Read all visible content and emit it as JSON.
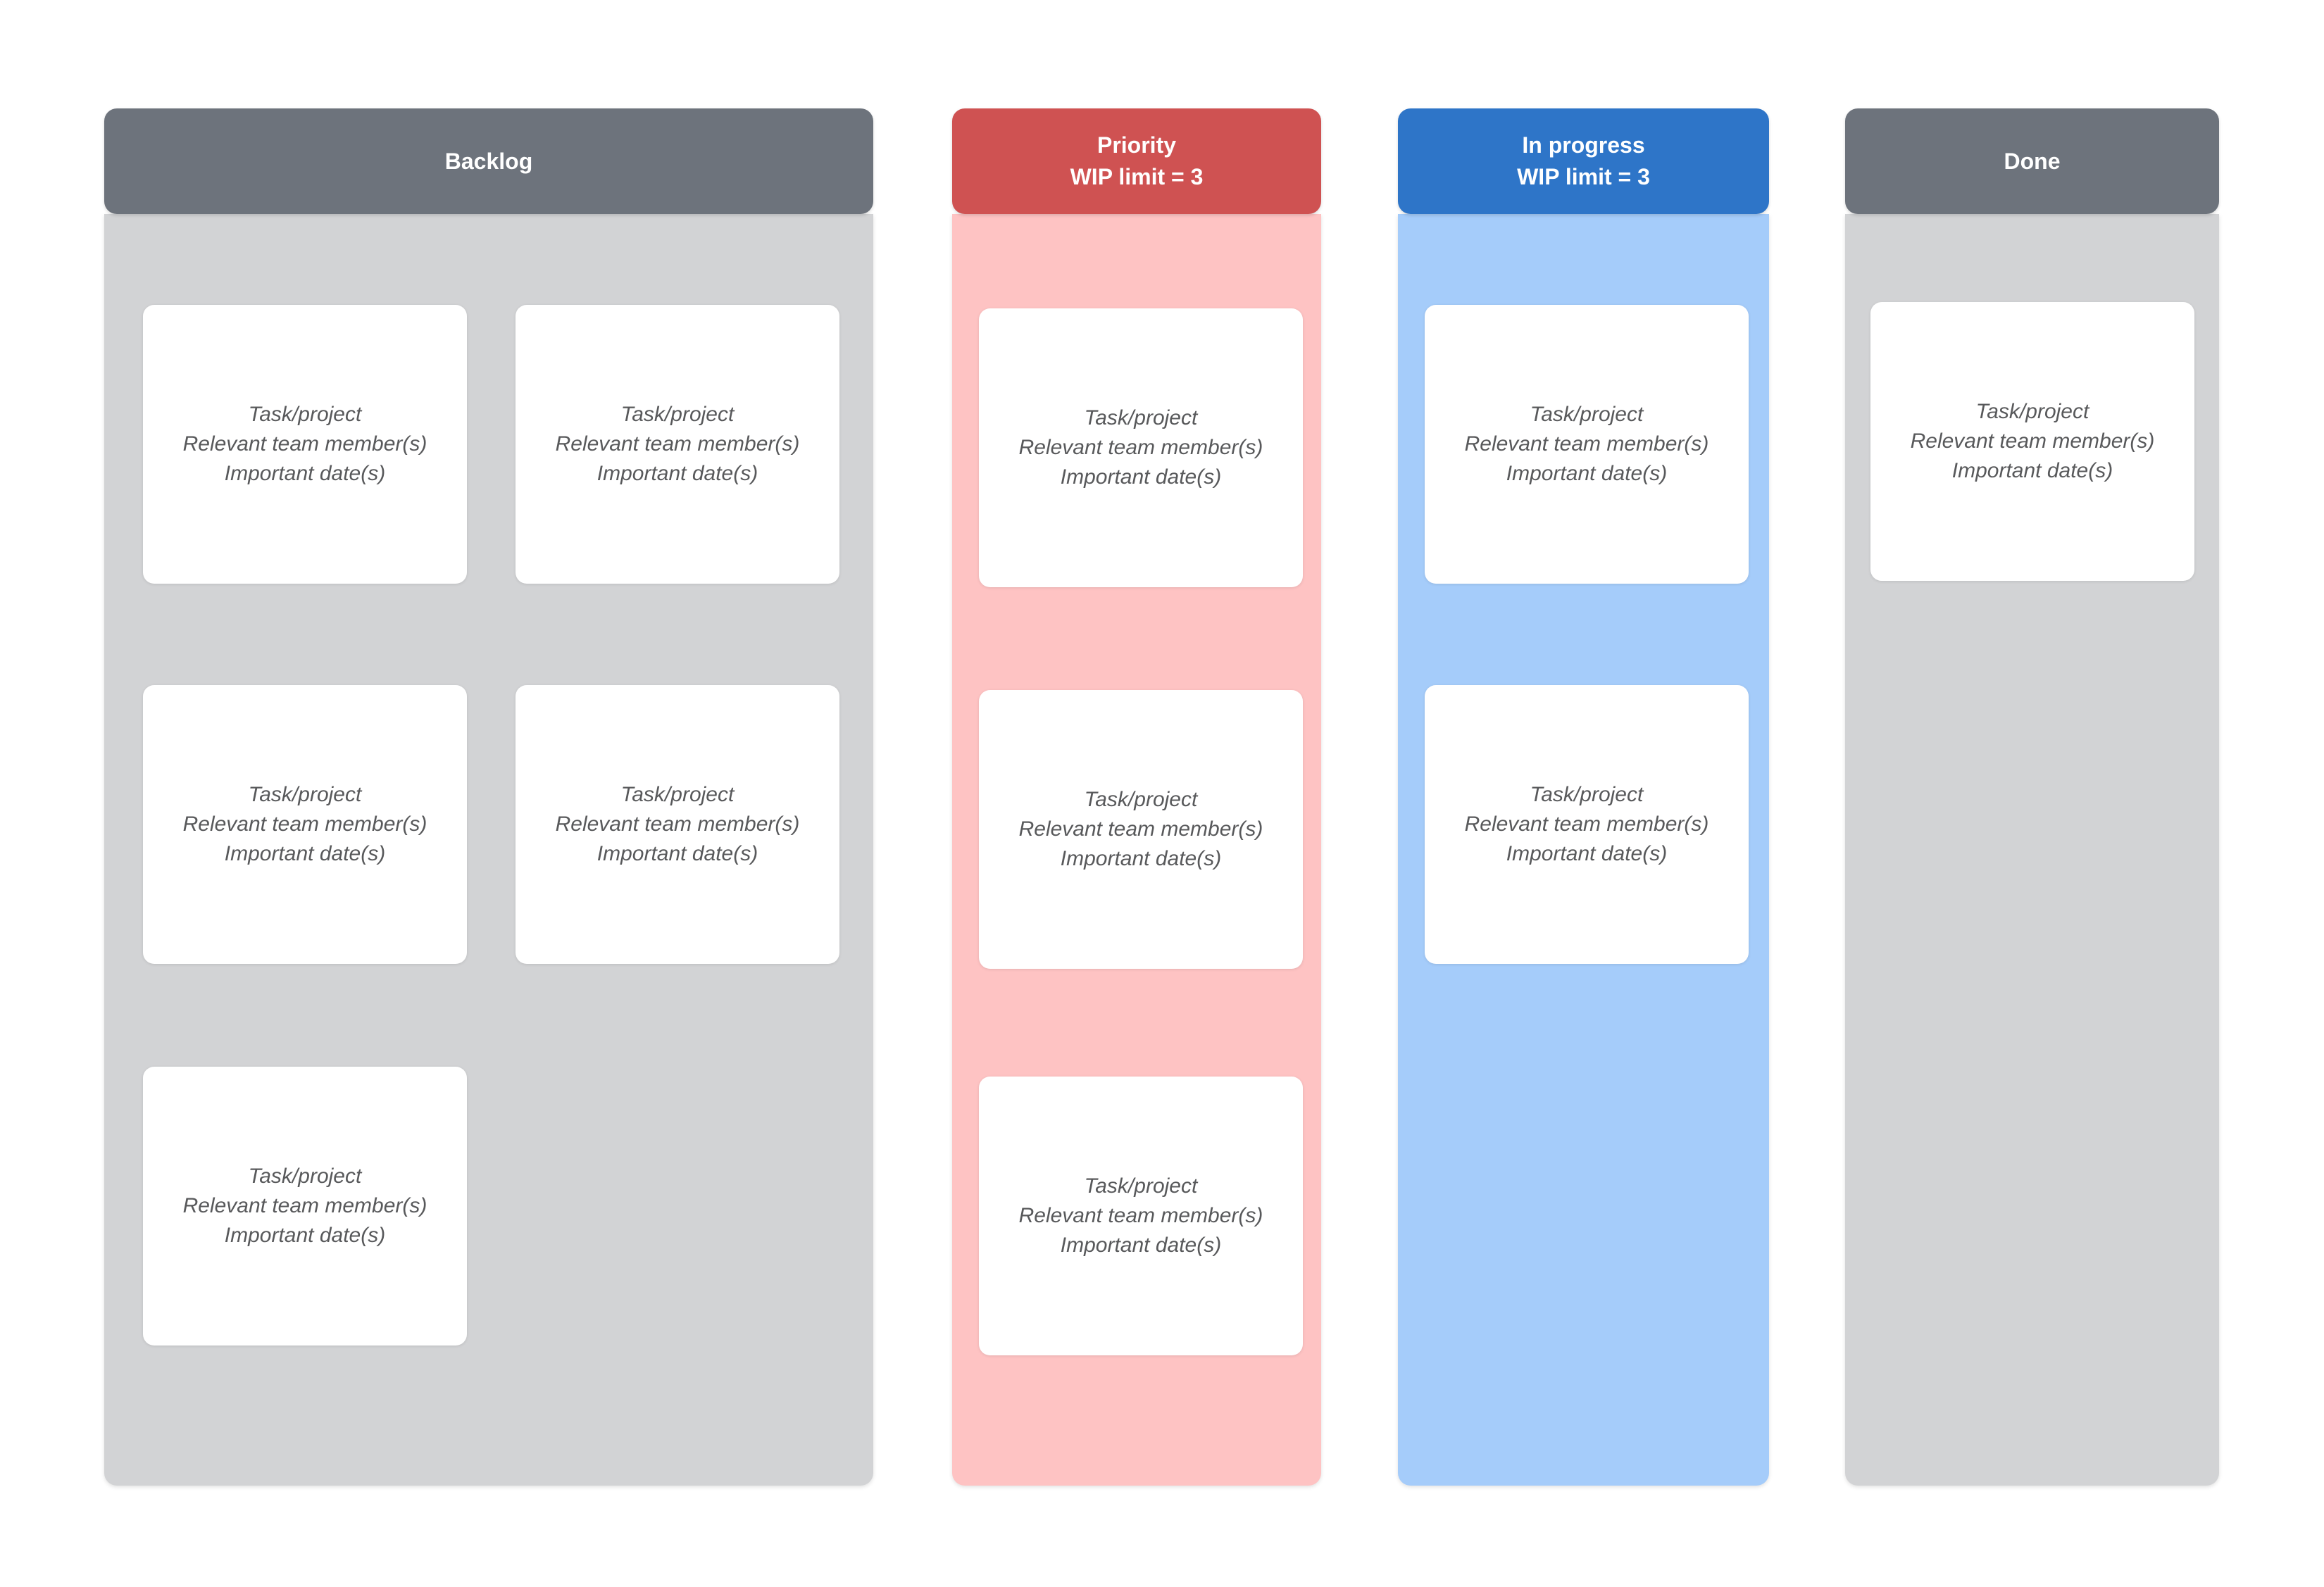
{
  "board": {
    "columns": [
      {
        "id": "backlog",
        "label": "Backlog",
        "wip_limit": null,
        "wip_limit_label": "",
        "header_color": "#6d737c",
        "body_color": "#d2d3d5",
        "cards": [
          {
            "lines": [
              "Task/project",
              "Relevant team member(s)",
              "Important date(s)"
            ]
          },
          {
            "lines": [
              "Task/project",
              "Relevant team member(s)",
              "Important date(s)"
            ]
          },
          {
            "lines": [
              "Task/project",
              "Relevant team member(s)",
              "Important date(s)"
            ]
          },
          {
            "lines": [
              "Task/project",
              "Relevant team member(s)",
              "Important date(s)"
            ]
          },
          {
            "lines": [
              "Task/project",
              "Relevant team member(s)",
              "Important date(s)"
            ]
          }
        ]
      },
      {
        "id": "priority",
        "label": "Priority",
        "wip_limit": 3,
        "wip_limit_label": "WIP limit = 3",
        "header_color": "#cf5252",
        "body_color": "#fec3c3",
        "cards": [
          {
            "lines": [
              "Task/project",
              "Relevant team member(s)",
              "Important date(s)"
            ]
          },
          {
            "lines": [
              "Task/project",
              "Relevant team member(s)",
              "Important date(s)"
            ]
          },
          {
            "lines": [
              "Task/project",
              "Relevant team member(s)",
              "Important date(s)"
            ]
          }
        ]
      },
      {
        "id": "in-progress",
        "label": "In progress",
        "wip_limit": 3,
        "wip_limit_label": "WIP limit = 3",
        "header_color": "#2e75c8",
        "body_color": "#a5ccfa",
        "cards": [
          {
            "lines": [
              "Task/project",
              "Relevant team member(s)",
              "Important date(s)"
            ]
          },
          {
            "lines": [
              "Task/project",
              "Relevant team member(s)",
              "Important date(s)"
            ]
          }
        ]
      },
      {
        "id": "done",
        "label": "Done",
        "wip_limit": null,
        "wip_limit_label": "",
        "header_color": "#6d737c",
        "body_color": "#d2d3d5",
        "cards": [
          {
            "lines": [
              "Task/project",
              "Relevant team member(s)",
              "Important date(s)"
            ]
          }
        ]
      }
    ]
  }
}
